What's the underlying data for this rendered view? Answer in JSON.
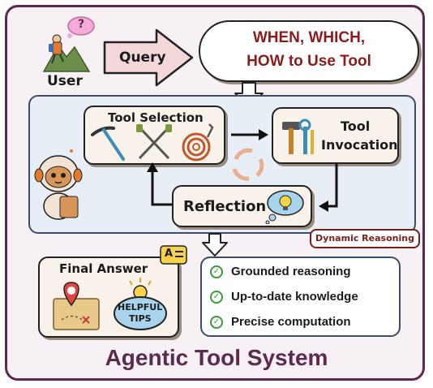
{
  "user": {
    "label": "User",
    "question_mark": "?"
  },
  "query": {
    "label": "Query"
  },
  "when_which_how": {
    "line1": "WHEN, WHICH,",
    "line2": "HOW to Use Tool"
  },
  "tool_selection": {
    "label": "Tool Selection"
  },
  "tool_invocation": {
    "line1": "Tool",
    "line2": "Invocation"
  },
  "reflection": {
    "label": "Reflection"
  },
  "dynamic_reasoning": {
    "label": "Dynamic Reasoning"
  },
  "final_answer": {
    "label": "Final Answer",
    "tips_line1": "HELPFUL",
    "tips_line2": "TIPS",
    "doc_badge": "A"
  },
  "benefits": [
    "Grounded reasoning",
    "Up-to-date knowledge",
    "Precise computation"
  ],
  "title": "Agentic Tool System",
  "colors": {
    "frame": "#5a2a4f",
    "accent_red": "#8c1c1c",
    "panel_border": "#3b4d6b",
    "check": "#3b9a3b"
  }
}
